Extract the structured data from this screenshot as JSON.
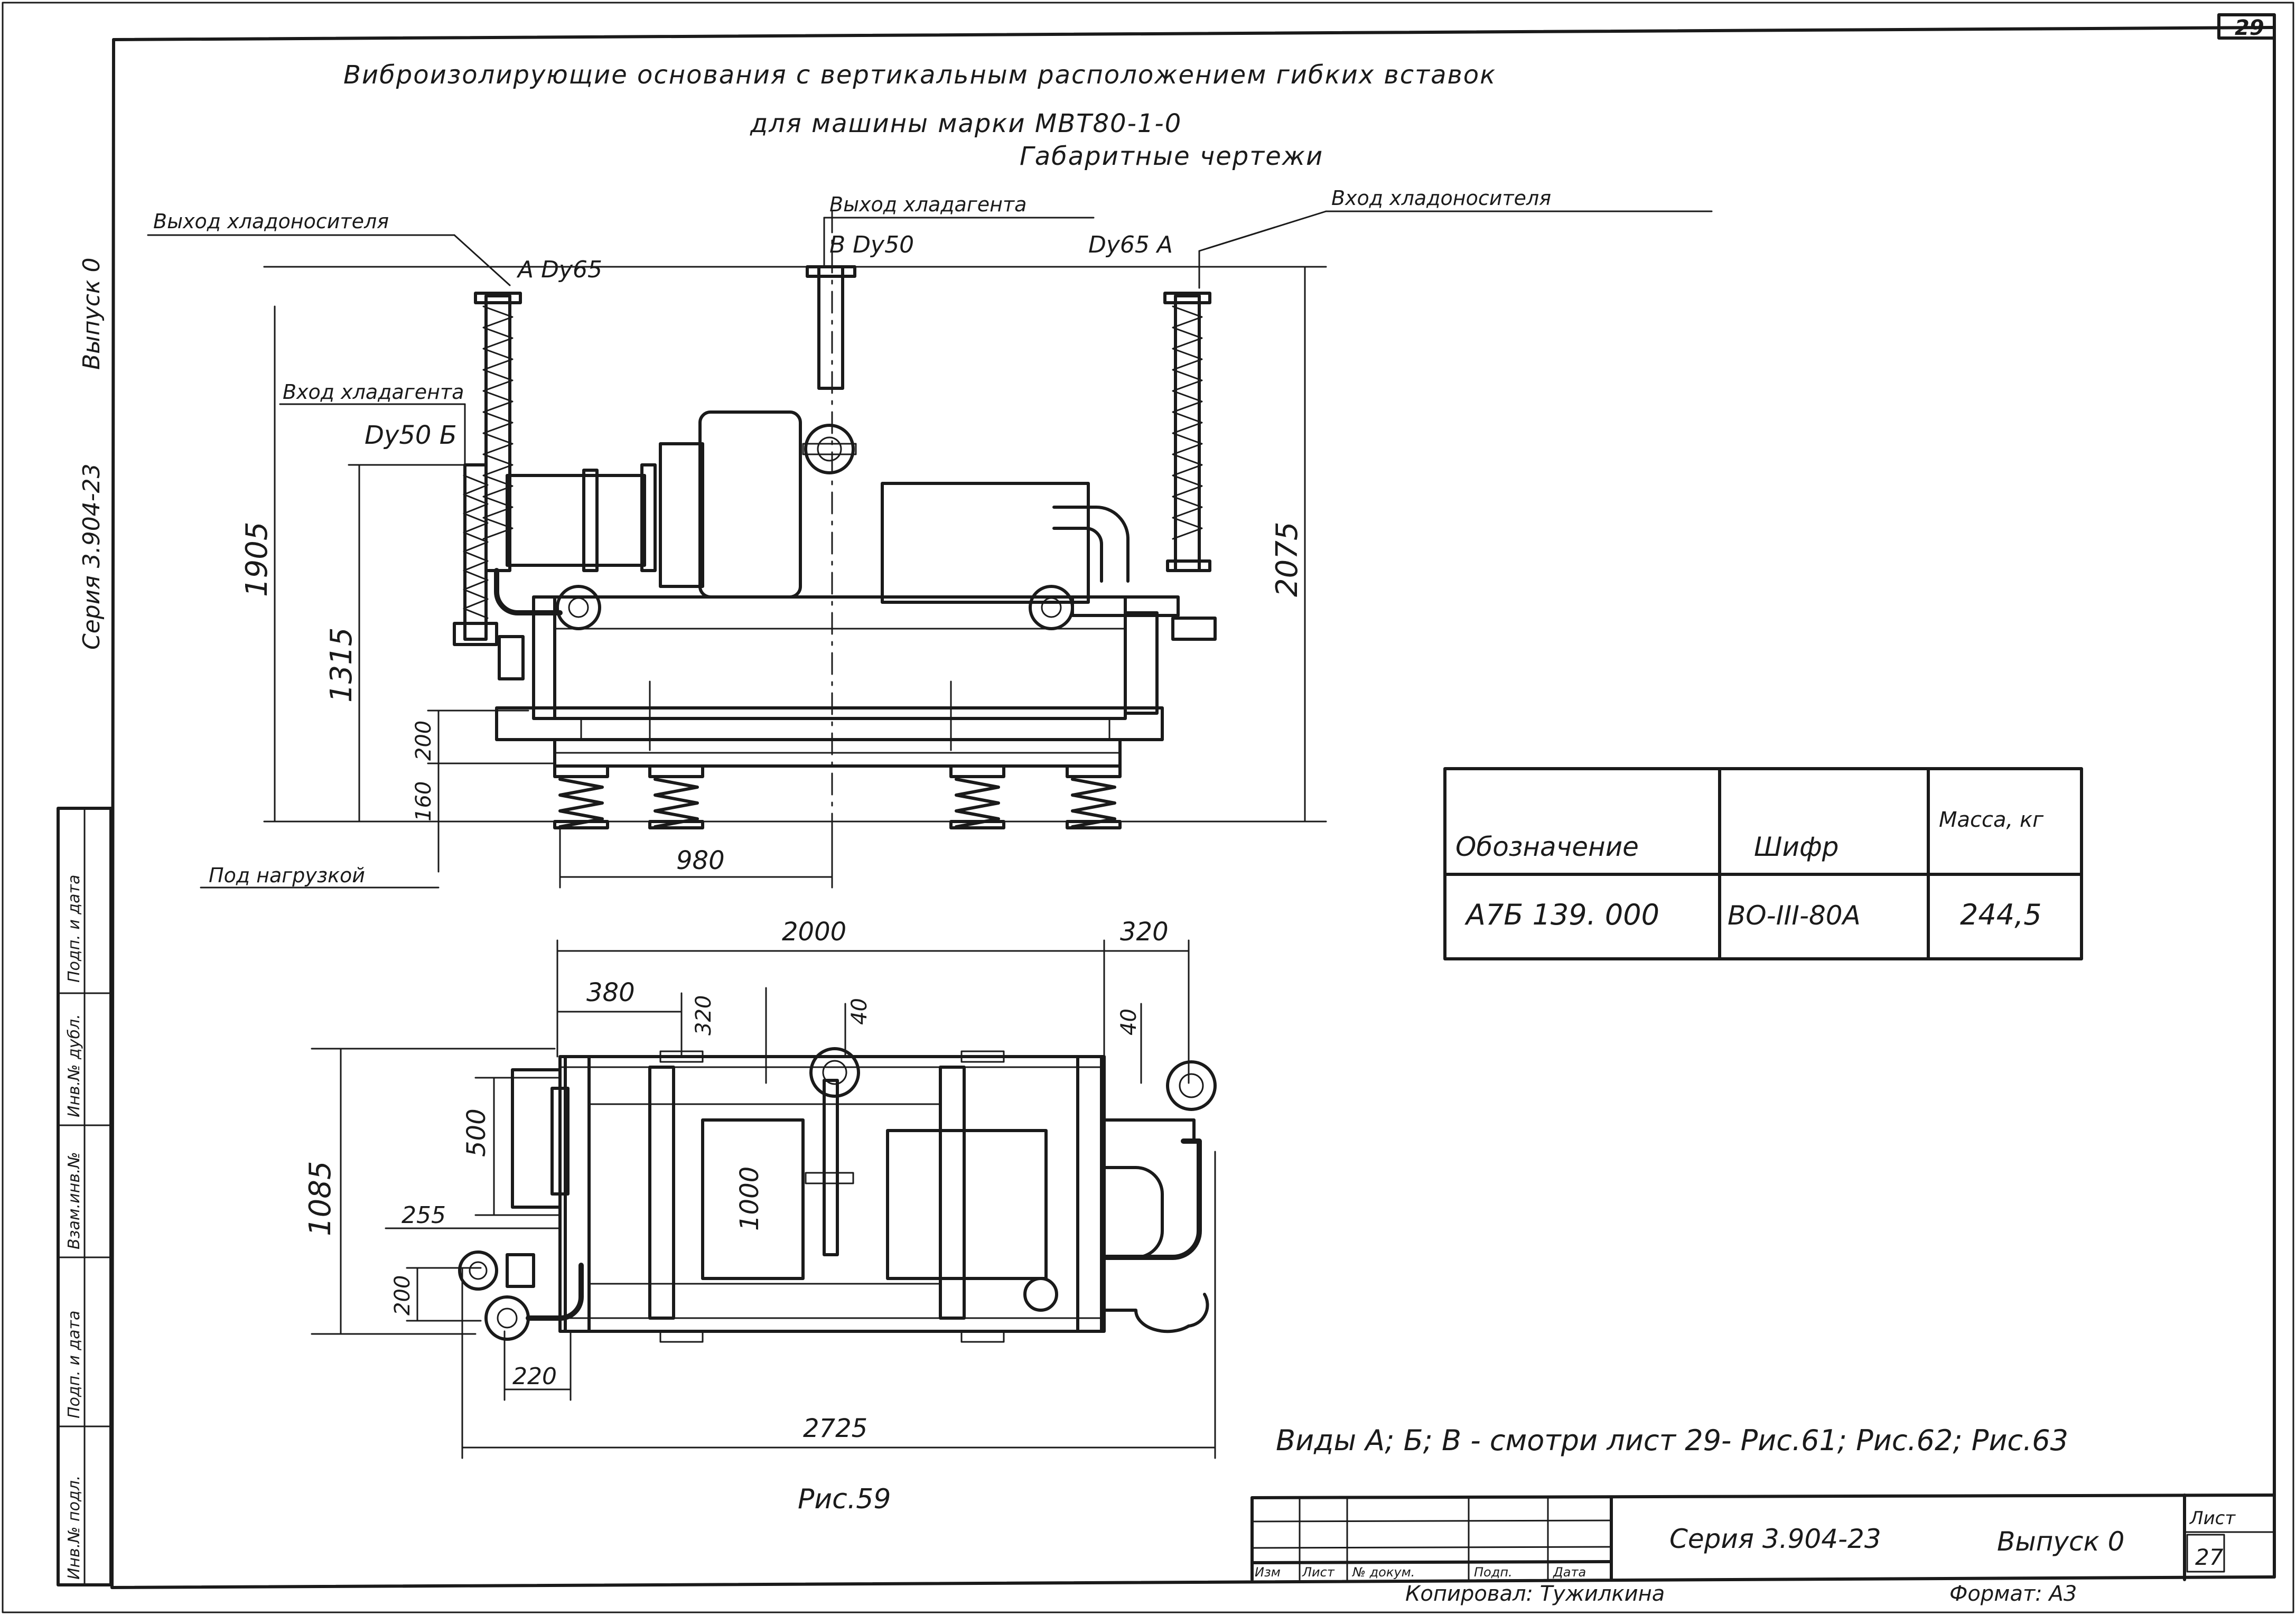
{
  "title": {
    "line1": "Виброизолирующие основания с вертикальным расположением гибких вставок",
    "line2": "для машины марки МВТ80-1-0",
    "line3": "Габаритные чертежи"
  },
  "side_margin": {
    "series": "Серия 3.904-23",
    "issue": "Выпуск 0"
  },
  "stamp_column": {
    "cells": [
      "Подп. и дата",
      "Инв.№ дубл.",
      "Взам.инв.№",
      "Подп. и дата",
      "Инв.№ подл."
    ]
  },
  "corner_sheet_mark": "29",
  "elevation_view": {
    "labels": {
      "coolant_out": "Выход хладоносителя",
      "coolant_out_tag": "A Dy65",
      "refrigerant_out": "Выход хладагента",
      "refrigerant_out_tag": "B Dy50",
      "coolant_in": "Вход хладоносителя",
      "coolant_in_tag": "Dy65 A",
      "refrigerant_in": "Вход хладагента",
      "refrigerant_in_tag": "Dy50 Б",
      "under_load": "Под нагрузкой"
    },
    "dimensions": {
      "height_total": "1905",
      "height_right": "2075",
      "height_inlet": "1315",
      "base_200": "200",
      "base_160": "160",
      "spring_spacing": "980"
    }
  },
  "plan_view": {
    "dimensions": {
      "length_2000": "2000",
      "offset_320_right": "320",
      "offset_380": "380",
      "offset_320_vertical": "320",
      "offset_40_a": "40",
      "offset_40_b": "40",
      "width_500": "500",
      "width_1000": "1000",
      "depth_1085": "1085",
      "offset_255": "255",
      "offset_200": "200",
      "offset_220": "220",
      "length_2725": "2725"
    }
  },
  "figure_caption": "Рис.59",
  "spec_table": {
    "headers": [
      "Обозначение",
      "Шифр",
      "Масса, кг"
    ],
    "rows": [
      [
        "А7Б 139. 000",
        "ВО-III-80А",
        "244,5"
      ]
    ]
  },
  "note": "Виды А; Б; В - смотри лист 29- Рис.61; Рис.62; Рис.63",
  "title_block": {
    "columns": [
      "Изм",
      "Лист",
      "№ докум.",
      "Подп.",
      "Дата"
    ],
    "series": "Серия 3.904-23",
    "issue": "Выпуск 0",
    "sheet_label": "Лист",
    "sheet_number": "27",
    "copied_by": "Копировал: Тужилкина",
    "format": "Формат: А3"
  }
}
